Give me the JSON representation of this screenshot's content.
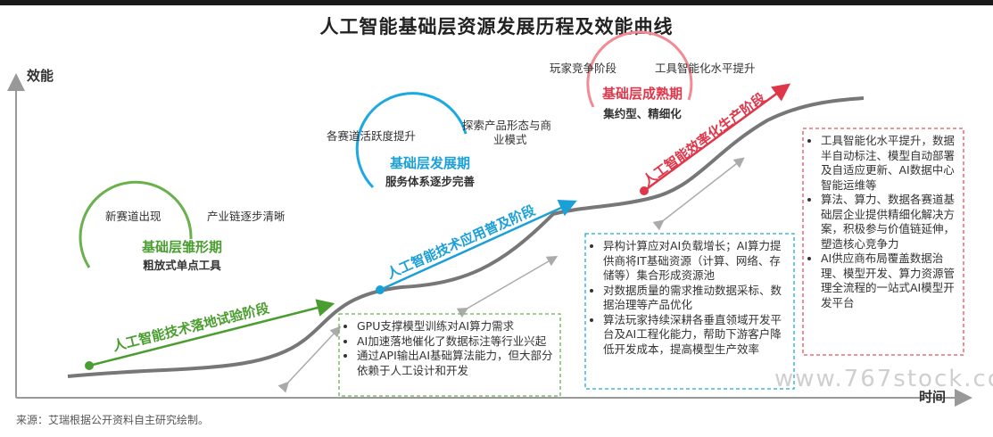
{
  "title": "人工智能基础层资源发展历程及效能曲线",
  "axes": {
    "y": "效能",
    "x": "时间"
  },
  "phases": [
    {
      "name": "基础层雏形期",
      "sub": "粗放式单点工具",
      "color": "#6ab04c",
      "notes": [
        "新赛道出现",
        "产业链逐步清晰"
      ]
    },
    {
      "name": "基础层发展期",
      "sub": "服务体系逐步完善",
      "color": "#1ca9e1",
      "notes": [
        "各赛道活跃度提升",
        "探索产品形态与商",
        "业模式"
      ]
    },
    {
      "name": "基础层成熟期",
      "sub": "集约型、精细化",
      "color": "#e8505b",
      "notes": [
        "玩家竞争阶段",
        "工具智能化水平提升"
      ]
    }
  ],
  "stages": [
    {
      "label": "人工智能技术落地试验阶段",
      "color": "#4a9e2f"
    },
    {
      "label": "人工智能技术应用普及阶段",
      "color": "#1a9fd8"
    },
    {
      "label": "人工智能效率化生产阶段",
      "color": "#e0364a"
    }
  ],
  "boxes": [
    {
      "items": [
        "GPU支撑模型训练对AI算力需求",
        "AI加速落地催化了数据标注等行业兴起",
        "通过API输出AI基础算法能力，但大部分依赖于人工设计和开发"
      ]
    },
    {
      "items": [
        "异构计算应对AI负载增长；AI算力提供商将IT基础资源（计算、网络、存储等）集合形成资源池",
        "对数据质量的需求推动数据采标、数据治理等产品优化",
        "算法玩家持续深耕各垂直领域开发平台及AI工程化能力，帮助下游客户降低开发成本，提高模型生产效率"
      ]
    },
    {
      "items": [
        "工具智能化水平提升，数据半自动标注、模型自动部署及自适应更新、AI数据中心智能运维等",
        "算法、算力、数据各赛道基础层企业提供精细化解决方案，积极参与价值链延伸，塑造核心竞争力",
        "AI供应商布局覆盖数据治理、模型开发、算力资源管理全流程的一站式AI模型开发平台"
      ]
    }
  ],
  "source": "来源：艾瑞根据公开资料自主研究绘制。",
  "watermark": "www.767stock.co"
}
